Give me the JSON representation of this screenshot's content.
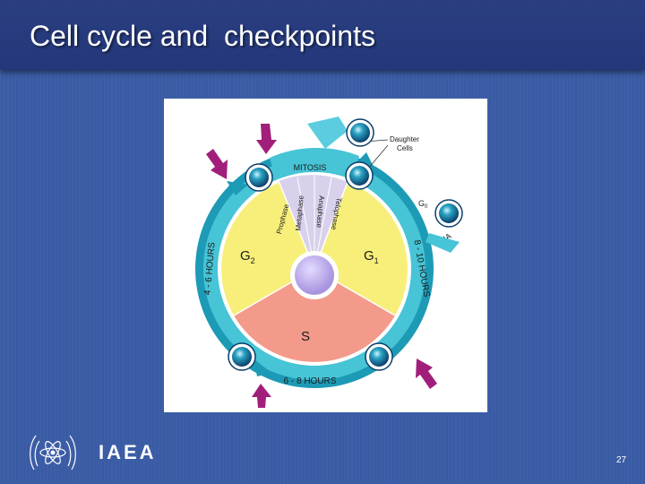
{
  "slide": {
    "title": "Cell cycle and  checkpoints",
    "page_number": "27"
  },
  "logo": {
    "text": "IAEA"
  },
  "diagram": {
    "mitosis": "MITOSIS",
    "prophase": "Prophase",
    "metaphase": "Metaphase",
    "anaphase": "Anaphase",
    "telophase": "Telophase",
    "daughter_cells_1": "Daughter",
    "daughter_cells_2": "Cells",
    "g0": "G",
    "g0_sub": "0",
    "pha": "PHA",
    "g1": "G",
    "g1_sub": "1",
    "g2": "G",
    "g2_sub": "2",
    "s": "S",
    "g1_duration": "8 - 10 HOURS",
    "g2_duration": "4 - 6 HOURS",
    "s_duration": "6 - 8 HOURS"
  },
  "colors": {
    "g1": "#f7ef7a",
    "g2": "#f7ef7a",
    "s": "#f39a8b",
    "mitosis": "#c9bfe0",
    "nucleus": "#c8b6ee",
    "ring": "#2bb0c4",
    "checkpoint_arrow": "#8a1a6a"
  }
}
